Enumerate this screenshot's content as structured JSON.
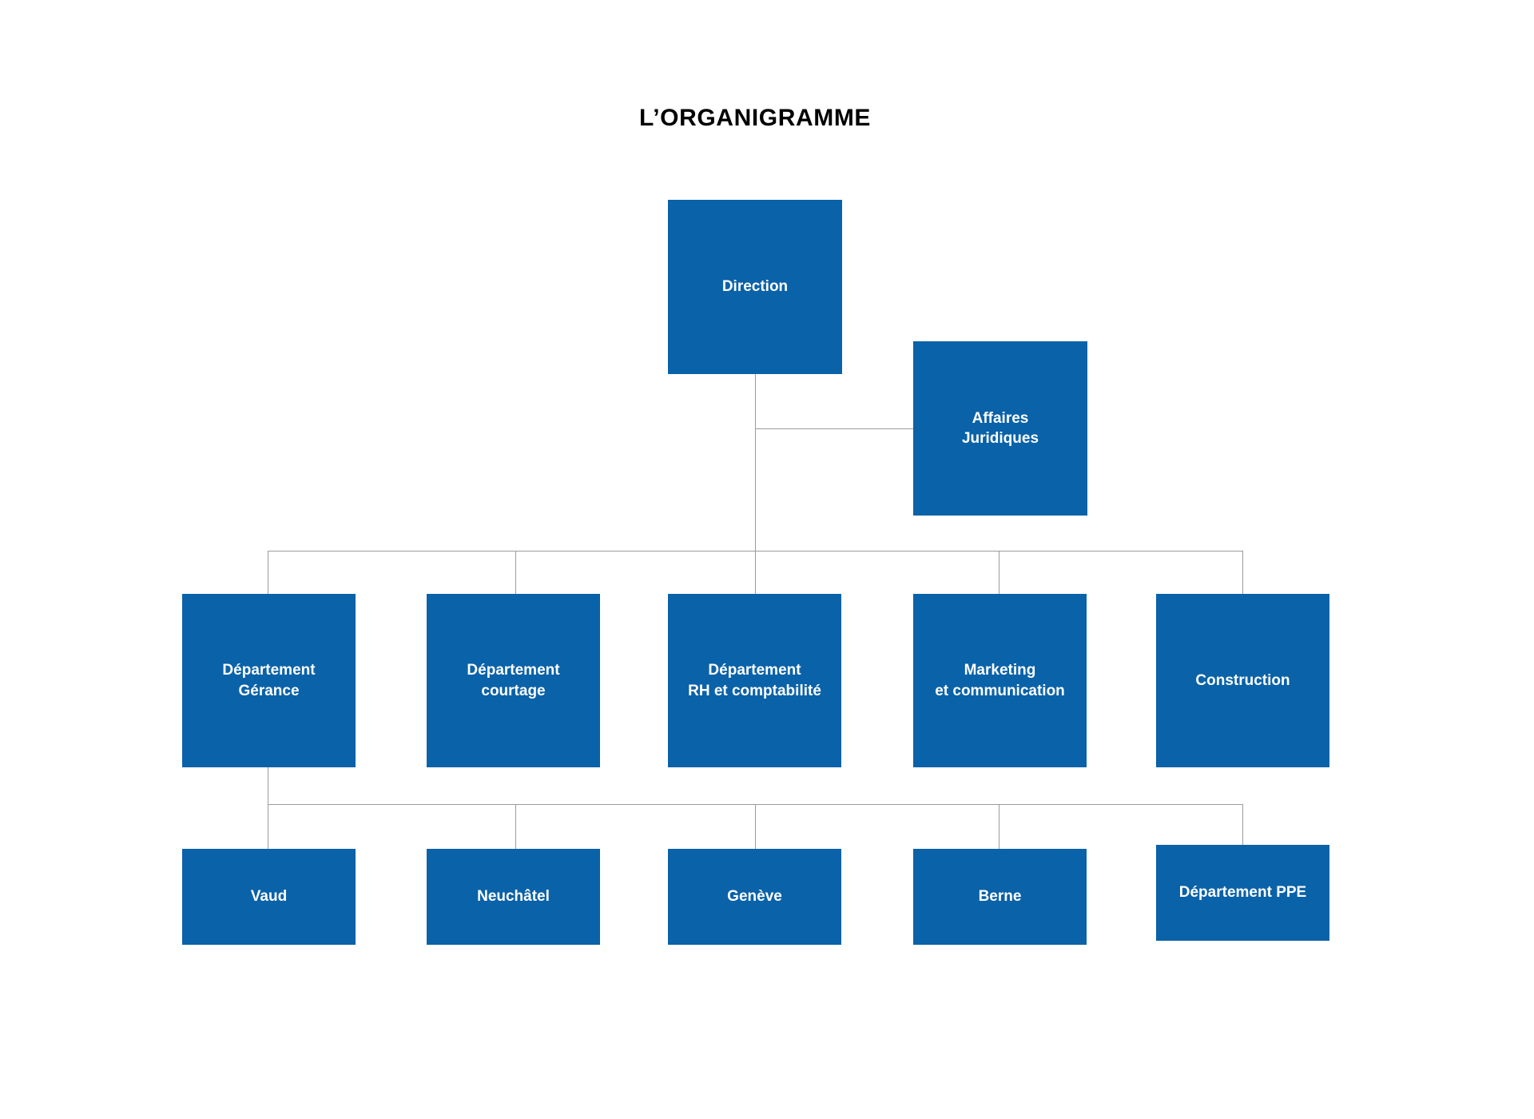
{
  "page": {
    "title": "L’ORGANIGRAMME",
    "background_color": "#ffffff",
    "node_color": "#0a62a8",
    "node_text_color": "#ffffff",
    "connector_color": "#9b9b9b",
    "title_color": "#000000"
  },
  "chart_data": {
    "type": "diagram",
    "diagram_type": "org-chart",
    "title": "L’ORGANIGRAMME",
    "orientation": "top-down",
    "levels": [
      {
        "level": 0,
        "nodes": [
          {
            "id": "direction",
            "label": "Direction"
          }
        ]
      },
      {
        "level": 1,
        "nodes": [
          {
            "id": "affaires-juridiques",
            "label": "Affaires\nJuridiques",
            "parent": "direction",
            "attachment": "side"
          }
        ]
      },
      {
        "level": 2,
        "nodes": [
          {
            "id": "departement-gerance",
            "label": "Département\nGérance",
            "parent": "direction"
          },
          {
            "id": "departement-courtage",
            "label": "Département\ncourtage",
            "parent": "direction"
          },
          {
            "id": "departement-rh-comptabilite",
            "label": "Département\nRH et comptabilité",
            "parent": "direction"
          },
          {
            "id": "marketing-communication",
            "label": "Marketing\net communication",
            "parent": "direction"
          },
          {
            "id": "construction",
            "label": "Construction",
            "parent": "direction"
          }
        ]
      },
      {
        "level": 3,
        "nodes": [
          {
            "id": "vaud",
            "label": "Vaud",
            "parent": "departement-gerance"
          },
          {
            "id": "neuchatel",
            "label": "Neuchâtel",
            "parent": "departement-gerance"
          },
          {
            "id": "geneve",
            "label": "Genève",
            "parent": "departement-gerance"
          },
          {
            "id": "berne",
            "label": "Berne",
            "parent": "departement-gerance"
          },
          {
            "id": "departement-ppe",
            "label": "Département PPE",
            "parent": "departement-gerance"
          }
        ]
      }
    ],
    "nodes": {
      "direction": "Direction",
      "affaires_juridiques": "Affaires\nJuridiques",
      "departement_gerance": "Département\nGérance",
      "departement_courtage": "Département\ncourtage",
      "departement_rh": "Département\nRH et comptabilité",
      "marketing_communication": "Marketing\net communication",
      "construction": "Construction",
      "vaud": "Vaud",
      "neuchatel": "Neuchâtel",
      "geneve": "Genève",
      "berne": "Berne",
      "departement_ppe": "Département PPE"
    }
  }
}
